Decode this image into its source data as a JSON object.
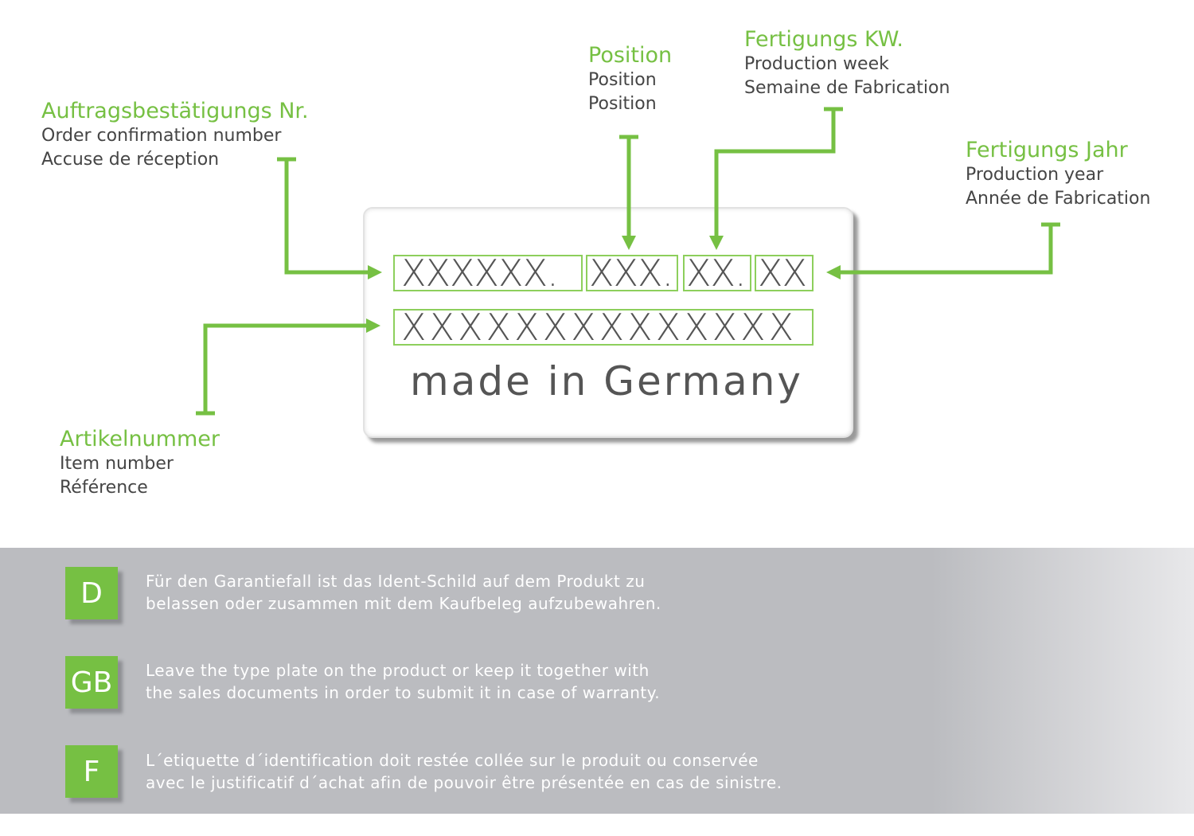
{
  "labels": {
    "order": {
      "title": "Auftragsbestätigungs Nr.",
      "en": "Order confirmation number",
      "fr": "Accuse de réception"
    },
    "position": {
      "title": "Position",
      "en": "Position",
      "fr": "Position"
    },
    "week": {
      "title": "Fertigungs KW.",
      "en": "Production week",
      "fr": "Semaine de Fabrication"
    },
    "year": {
      "title": "Fertigungs Jahr",
      "en": "Production year",
      "fr": "Année de Fabrication"
    },
    "item": {
      "title": "Artikelnummer",
      "en": "Item number",
      "fr": "Référence"
    }
  },
  "plate": {
    "order_field": "XXXXXX.",
    "position_field": "XXX.",
    "week_field": "XX.",
    "year_field": "XX",
    "item_field": "XXXXXXXXXXXXXX",
    "made_in": "made in Germany"
  },
  "notes": [
    {
      "code": "D",
      "line1": "Für den Garantiefall ist das Ident-Schild auf dem Produkt zu",
      "line2": "belassen oder zusammen mit dem Kaufbeleg aufzubewahren."
    },
    {
      "code": "GB",
      "line1": "Leave the type plate on the product or keep it together with",
      "line2": "the sales documents in order to submit it in case of warranty."
    },
    {
      "code": "F",
      "line1": "L´etiquette d´identification doit restée collée sur le produit ou conservée",
      "line2": "avec le justificatif d´achat afin de pouvoir être présentée en cas de sinistre."
    }
  ],
  "colors": {
    "accent": "#76c043",
    "text": "#454545",
    "band": "#bbbcc0"
  }
}
